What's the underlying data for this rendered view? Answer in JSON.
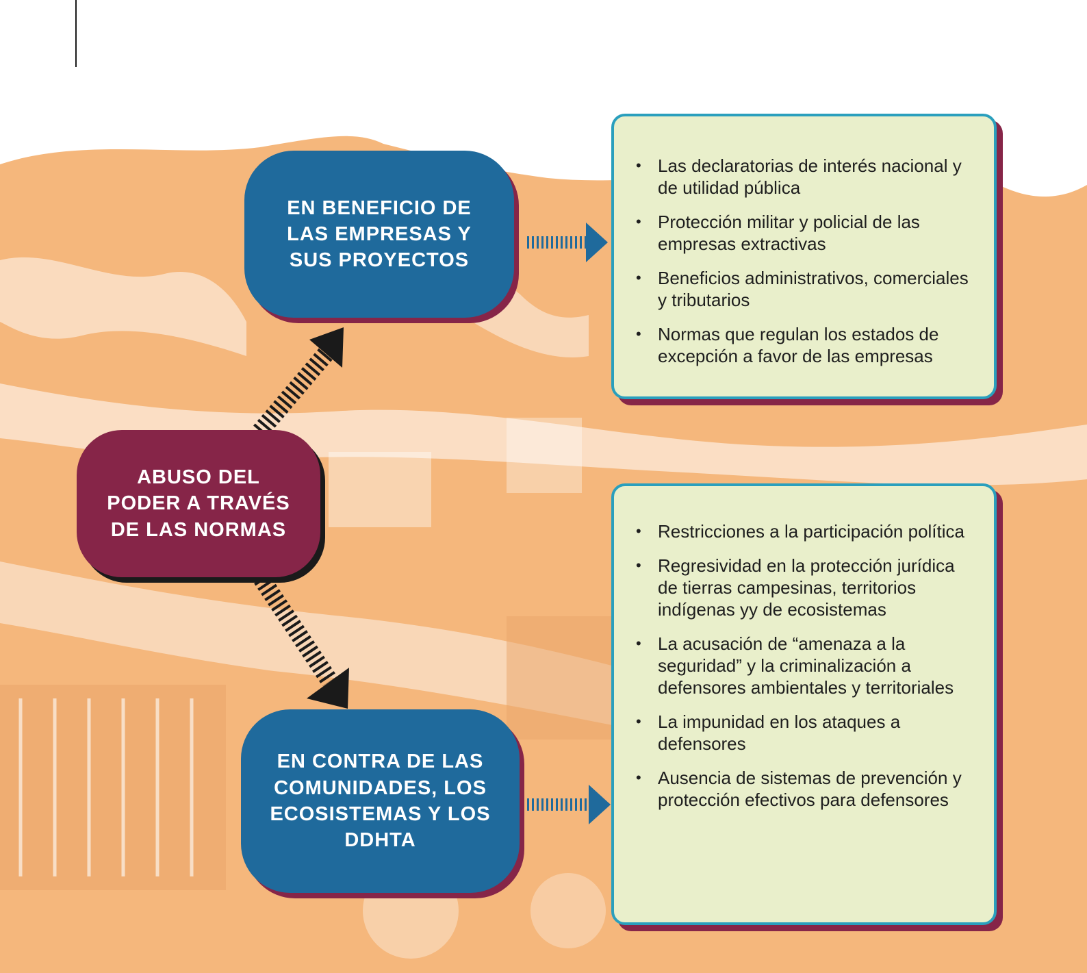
{
  "colors": {
    "blue_node": "#1f6a9c",
    "red_node": "#862548",
    "box_fill": "#e9efcb",
    "box_border": "#2a9fbd",
    "background_photo": "#f5b77c"
  },
  "center": {
    "lines": [
      "ABUSO DEL",
      "PODER A TRAVÉS",
      "DE LAS NORMAS"
    ]
  },
  "top_node": {
    "lines": [
      "EN BENEFICIO DE",
      "LAS EMPRESAS Y",
      "SUS PROYECTOS"
    ]
  },
  "bottom_node": {
    "lines": [
      "EN CONTRA DE LAS",
      "COMUNIDADES, LOS",
      "ECOSISTEMAS Y LOS",
      "DDHTA"
    ]
  },
  "top_list": [
    "Las declaratorias de interés nacional y de utilidad pública",
    "Protección militar y policial de las empresas extractivas",
    "Beneficios administrativos, comerciales y tributarios",
    "Normas que regulan los estados de excepción a favor de las empresas"
  ],
  "bottom_list": [
    "Restricciones a la participación política",
    "Regresividad en la protección jurídica de tierras campesinas, territorios indígenas yy de ecosistemas",
    "La acusación de “amenaza a la seguridad” y la criminalización a defensores ambientales y territoriales",
    "La impunidad en los ataques a defensores",
    "Ausencia de sistemas de prevención y protección efectivos para defensores"
  ]
}
